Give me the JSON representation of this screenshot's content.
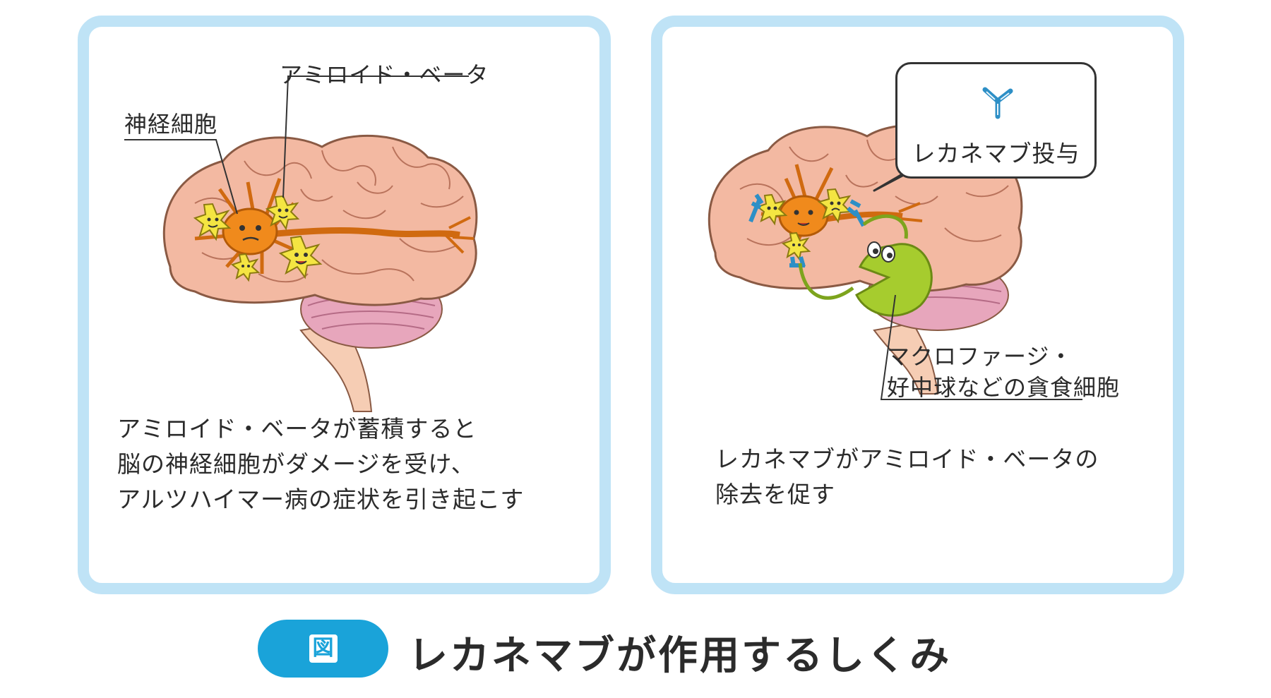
{
  "left_panel": {
    "label_amyloid": "アミロイド・ベータ",
    "label_neuron": "神経細胞",
    "caption_lines": [
      "アミロイド・ベータが蓄積すると",
      "脳の神経細胞がダメージを受け、",
      "アルツハイマー病の症状を引き起こす"
    ]
  },
  "right_panel": {
    "callout_text": "レカネマブ投与",
    "label_phagocyte_lines": [
      "マクロファージ・",
      "好中球などの貪食細胞"
    ],
    "caption_lines": [
      "レカネマブがアミロイド・ベータの",
      "除去を促す"
    ]
  },
  "figure": {
    "badge": "図",
    "title": "レカネマブが作用するしくみ"
  },
  "colors": {
    "panel_border": "#bfe3f6",
    "badge": "#1aa3d9",
    "brain": "#f3b9a2",
    "cerebellum": "#e7a6bc",
    "neuron": "#f08a1c",
    "amyloid": "#f4e542",
    "antibody": "#2d8fc6",
    "phagocyte": "#a6cc2e"
  }
}
